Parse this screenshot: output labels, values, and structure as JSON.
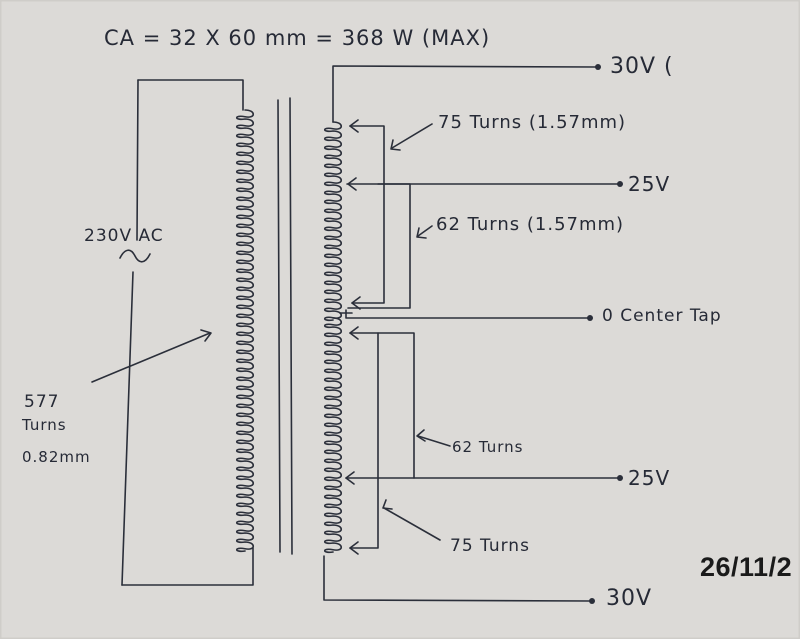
{
  "header": "CA = 32 X 60 mm = 368 W (MAX)",
  "primary": {
    "voltage": "230V AC",
    "symbol": "~",
    "turns_count": "577",
    "turns_word": "Turns",
    "wire": "0.82mm"
  },
  "secondary": {
    "top_terminal": "30V (",
    "top_section": "75 Turns (1.57mm)",
    "upper_tap": "25V",
    "upper_mid_section": "62 Turns (1.57mm)",
    "center_tap": "0 Center Tap",
    "lower_mid_section": "62 Turns",
    "lower_tap": "25V",
    "bottom_section": "75 Turns",
    "bottom_terminal": "30V"
  },
  "stamp": "26/11/2",
  "colors": {
    "paper": "#d9d7d4",
    "ink": "#2b2f3a",
    "stamp": "#1a1a1a"
  }
}
